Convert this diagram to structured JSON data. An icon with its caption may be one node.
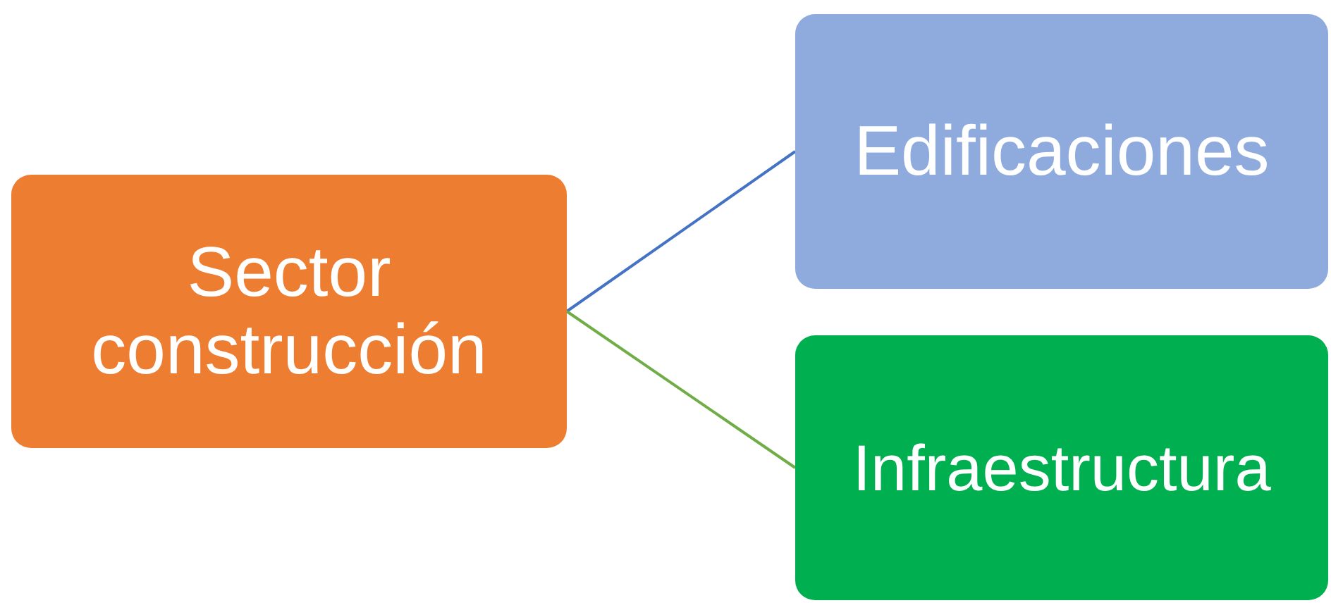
{
  "diagram": {
    "nodes": [
      {
        "text": [
          "Sector construcción"
        ]
      },
      {
        "text": [
          "Edificaciones"
        ]
      },
      {
        "text": [
          "Infraestructura"
        ]
      }
    ],
    "edges": [
      {
        "from": 0,
        "to": 1,
        "arrow": "none",
        "color": "#4472c4"
      },
      {
        "from": 0,
        "to": 2,
        "arrow": "none",
        "color": "#70ad47"
      }
    ]
  }
}
